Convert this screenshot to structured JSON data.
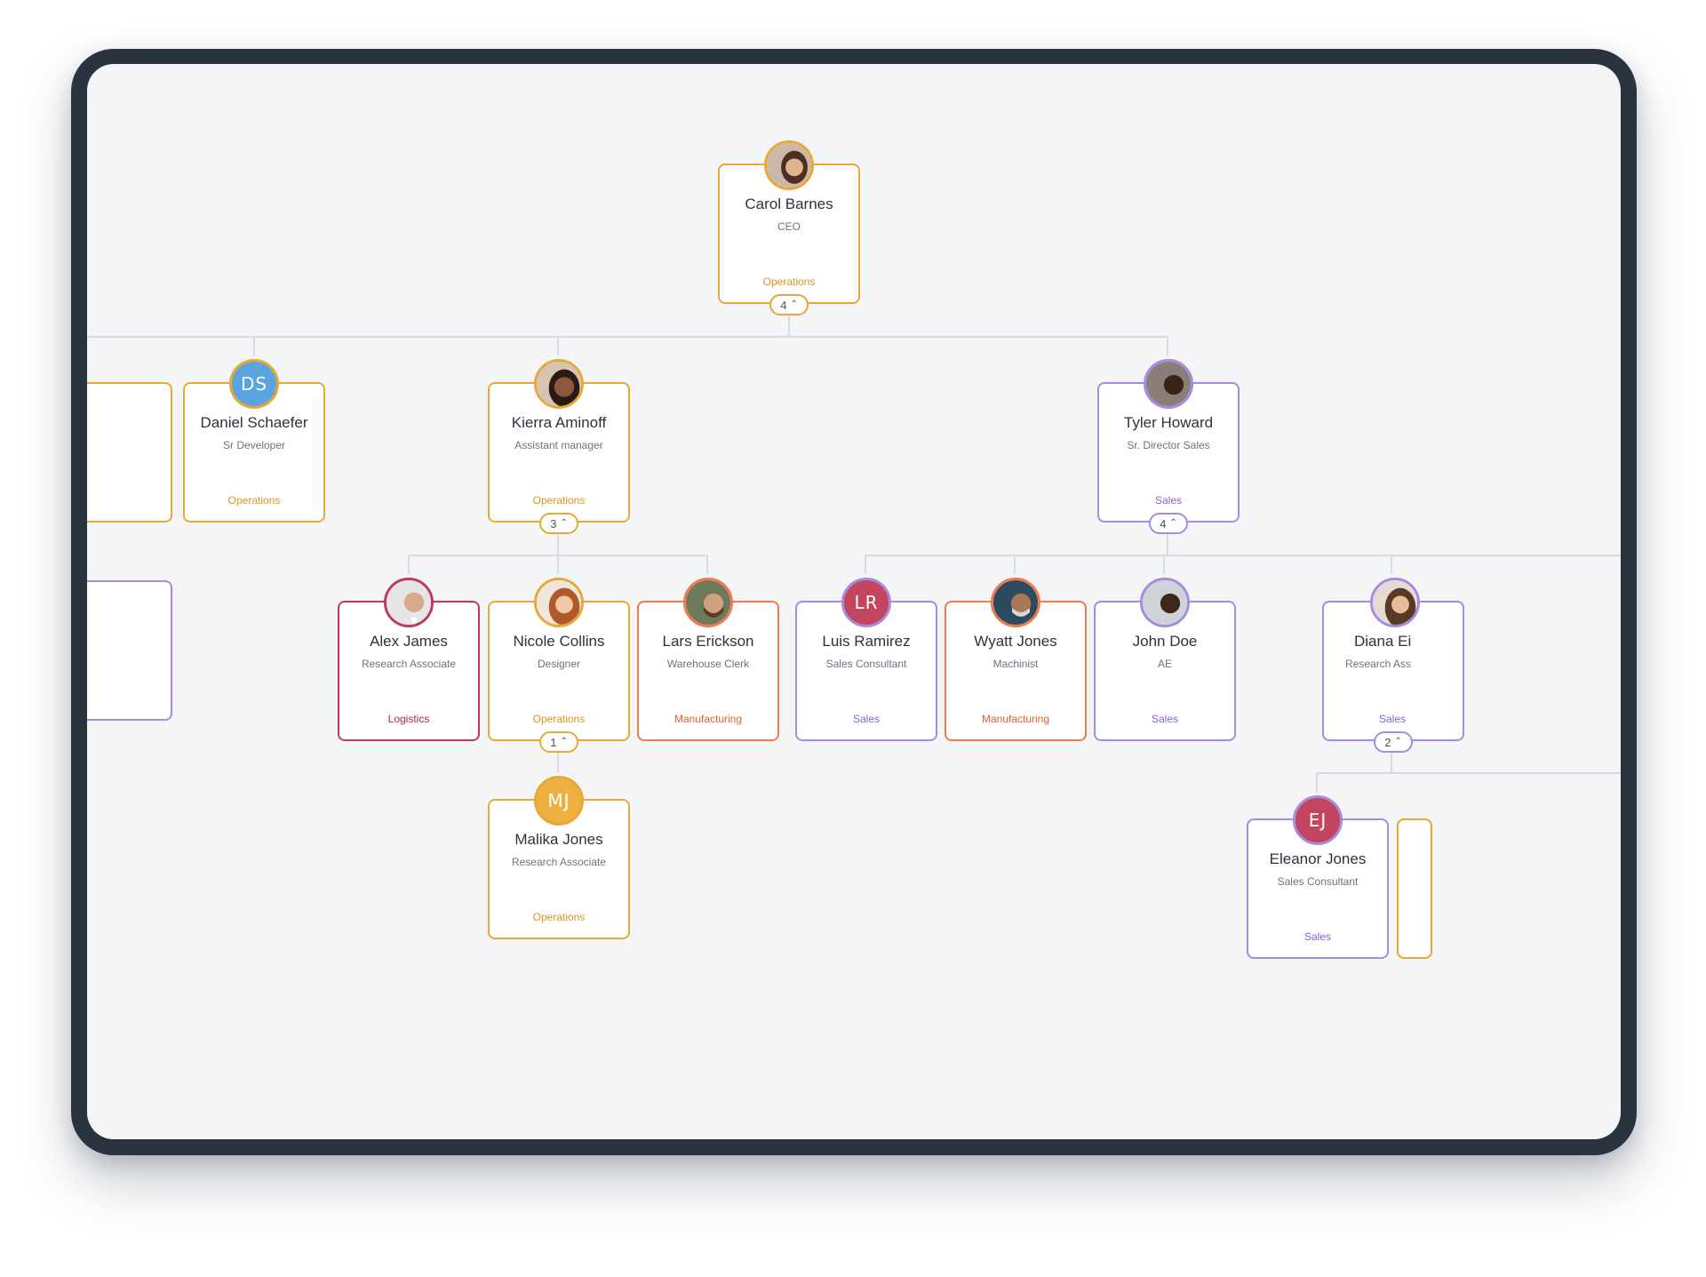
{
  "colors": {
    "operations": "#e8a838",
    "sales": "#a78be0",
    "logistics": "#c0385e",
    "manufacturing": "#ee7a4e",
    "sales_text": "#8a5fd8",
    "operations_text": "#d99520",
    "logistics_text": "#b0254f",
    "manufacturing_text": "#e06030"
  },
  "people": {
    "carol": {
      "name": "Carol Barnes",
      "title": "CEO",
      "dept": "Operations",
      "reports": "4"
    },
    "daniel": {
      "name": "Daniel Schaefer",
      "title": "Sr Developer",
      "dept": "Operations",
      "initials": "DS"
    },
    "kierra": {
      "name": "Kierra Aminoff",
      "title": "Assistant manager",
      "dept": "Operations",
      "reports": "3"
    },
    "tyler": {
      "name": "Tyler Howard",
      "title": "Sr. Director Sales",
      "dept": "Sales",
      "reports": "4"
    },
    "alex": {
      "name": "Alex James",
      "title": "Research Associate",
      "dept": "Logistics"
    },
    "nicole": {
      "name": "Nicole Collins",
      "title": "Designer",
      "dept": "Operations",
      "reports": "1"
    },
    "lars": {
      "name": "Lars Erickson",
      "title": "Warehouse Clerk",
      "dept": "Manufacturing"
    },
    "luis": {
      "name": "Luis Ramirez",
      "title": "Sales Consultant",
      "dept": "Sales",
      "initials": "LR"
    },
    "wyatt": {
      "name": "Wyatt Jones",
      "title": "Machinist",
      "dept": "Manufacturing"
    },
    "john": {
      "name": "John Doe",
      "title": "AE",
      "dept": "Sales"
    },
    "diana": {
      "name": "Diana Ei",
      "title": "Research Ass",
      "dept": "Sales",
      "reports": "2"
    },
    "malika": {
      "name": "Malika Jones",
      "title": "Research Associate",
      "dept": "Operations",
      "initials": "MJ"
    },
    "eleanor": {
      "name": "Eleanor Jones",
      "title": "Sales Consultant",
      "dept": "Sales",
      "initials": "EJ"
    }
  }
}
